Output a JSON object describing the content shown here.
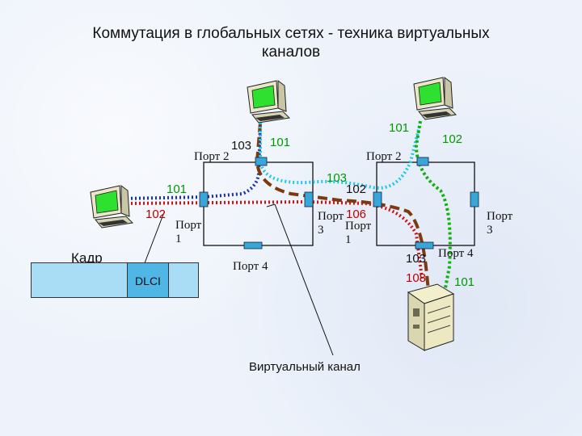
{
  "title_line1": "Коммутация в глобальных сетях - техника виртуальных",
  "title_line2": "каналов",
  "switch_left": {
    "port1": "Порт 1",
    "port2": "Порт 2",
    "port3": "Порт 3",
    "port4": "Порт 4"
  },
  "switch_right": {
    "port1": "Порт 1",
    "port2": "Порт 2",
    "port3": "Порт 3",
    "port4": "Порт 4"
  },
  "numbers": {
    "n103_top_left": "103",
    "n101_top_left": "101",
    "n101_top_right": "101",
    "n102_top_right": "102",
    "n101_left_pc": "101",
    "n102_left_pc": "102",
    "n103_mid": "103",
    "n102_mid": "102",
    "n106_mid": "106",
    "n103_right": "103",
    "n108_right": "108",
    "n101_right": "101"
  },
  "frame": {
    "label": "Кадр",
    "field": "DLCI"
  },
  "virtual_channel": "Виртуальный канал",
  "colors": {
    "blue_path": "#1a2fb0",
    "cyan_path": "#1ec8f0",
    "red_path": "#d01010",
    "brown_path": "#7a3b10",
    "green_path": "#10b010",
    "port_fill": "#3aa6d8"
  }
}
